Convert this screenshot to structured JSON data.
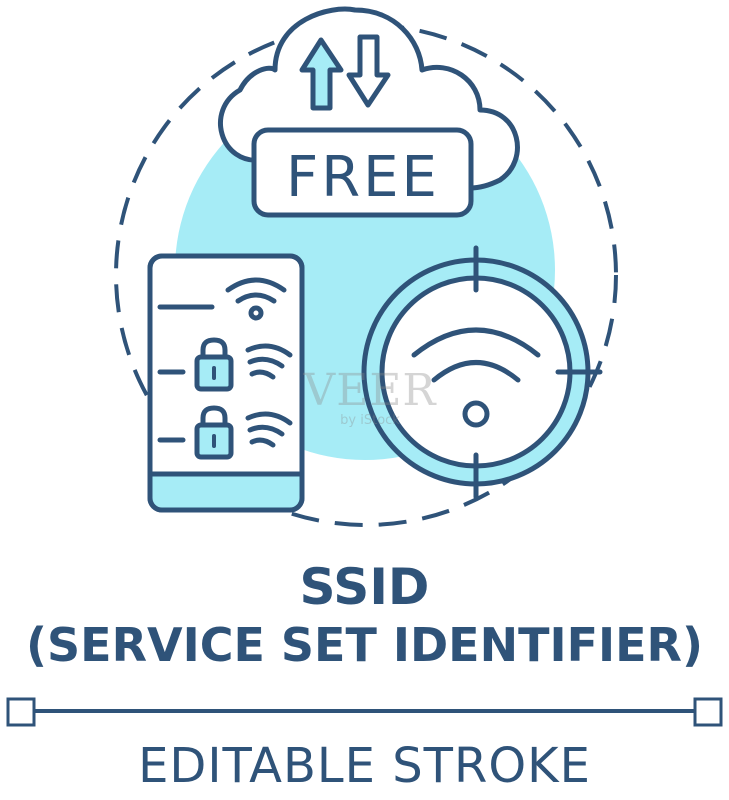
{
  "illustration": {
    "cloud_badge": "FREE",
    "icons": [
      "dashed-circle",
      "cloud-icon",
      "upload-arrow-icon",
      "download-arrow-icon",
      "smartphone-icon",
      "wifi-icon",
      "padlock-icon",
      "crosshair-icon"
    ]
  },
  "watermark": {
    "main": "VEER",
    "sub": "by iStock"
  },
  "caption": {
    "title": "SSID",
    "subtitle": "(SERVICE SET IDENTIFIER)"
  },
  "divider": {
    "label": "EDITABLE STROKE"
  },
  "colors": {
    "stroke": "#2f5379",
    "accent": "#a6ecf6",
    "background": "#ffffff"
  }
}
